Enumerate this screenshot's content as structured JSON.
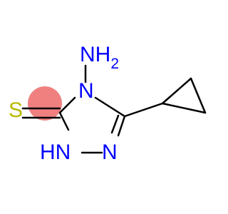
{
  "molecule": {
    "atoms": {
      "amino_group": "NH",
      "amino_subscript": "2",
      "ring_nitrogen_4": "N",
      "thione_sulfur": "S",
      "ring_nh_1": "HN",
      "ring_nitrogen_2": "N"
    },
    "colors": {
      "nitrogen": "#0000ff",
      "sulfur": "#b9b900",
      "bond": "#000000",
      "highlight": "#f08080",
      "background": "#ffffff"
    },
    "highlighted_atom": "thione_carbon"
  }
}
